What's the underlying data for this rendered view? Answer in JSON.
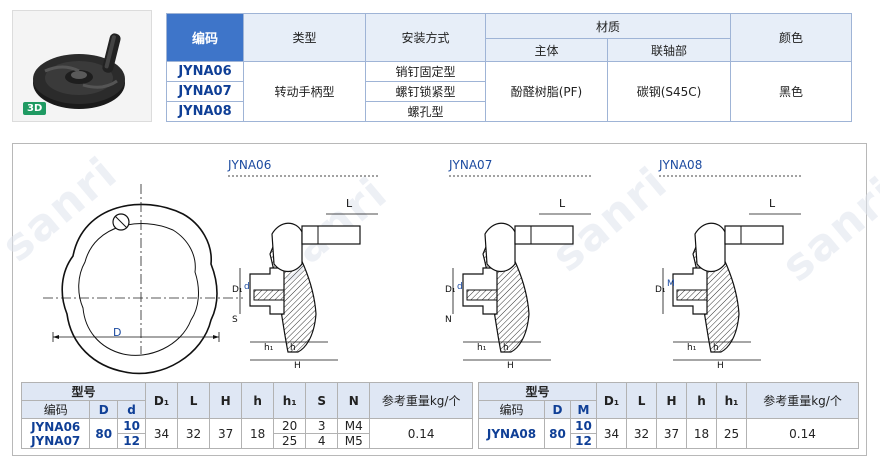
{
  "photo": {
    "badge": "3D"
  },
  "spec_table": {
    "headers": {
      "code": "编码",
      "type": "类型",
      "install": "安装方式",
      "material": "材质",
      "body": "主体",
      "joint": "联轴部",
      "color": "颜色"
    },
    "models": [
      "JYNA06",
      "JYNA07",
      "JYNA08"
    ],
    "type_value": "转动手柄型",
    "install_values": [
      "销钉固定型",
      "螺钉锁紧型",
      "螺孔型"
    ],
    "body_value": "酚醛树脂(PF)",
    "joint_value": "碳钢(S45C)",
    "color_value": "黑色"
  },
  "drawing": {
    "front_label": "D",
    "views": [
      {
        "title": "JYNA06",
        "labels": {
          "L": "L",
          "D1": "D₁",
          "d": "d",
          "S": "S",
          "h": "h",
          "h1": "h₁",
          "H": "H"
        }
      },
      {
        "title": "JYNA07",
        "labels": {
          "L": "L",
          "D1": "D₁",
          "d": "d",
          "S": "N",
          "h": "h",
          "h1": "h₁",
          "H": "H"
        }
      },
      {
        "title": "JYNA08",
        "labels": {
          "L": "L",
          "D1": "D₁",
          "d": "M",
          "S": "",
          "h": "h",
          "h1": "h₁",
          "H": "H"
        }
      }
    ],
    "watermark": "sanri"
  },
  "dim_table_1": {
    "group_header": "型号",
    "sub_headers": [
      "编码",
      "D",
      "d"
    ],
    "columns": [
      "D₁",
      "L",
      "H",
      "h",
      "h₁",
      "S",
      "N",
      "参考重量kg/个"
    ],
    "codes": [
      "JYNA06",
      "JYNA07"
    ],
    "D": "80",
    "d": [
      "10",
      "12"
    ],
    "D1": "34",
    "L": "32",
    "H": "37",
    "h": "18",
    "h1": [
      "20",
      "25"
    ],
    "S": [
      "3",
      "4"
    ],
    "N": [
      "M4",
      "M5"
    ],
    "weight": "0.14"
  },
  "dim_table_2": {
    "group_header": "型号",
    "sub_headers": [
      "编码",
      "D",
      "M"
    ],
    "columns": [
      "D₁",
      "L",
      "H",
      "h",
      "h₁",
      "参考重量kg/个"
    ],
    "code": "JYNA08",
    "D": "80",
    "M": [
      "10",
      "12"
    ],
    "D1": "34",
    "L": "32",
    "H": "37",
    "h": "18",
    "h1": "25",
    "weight": "0.14"
  }
}
